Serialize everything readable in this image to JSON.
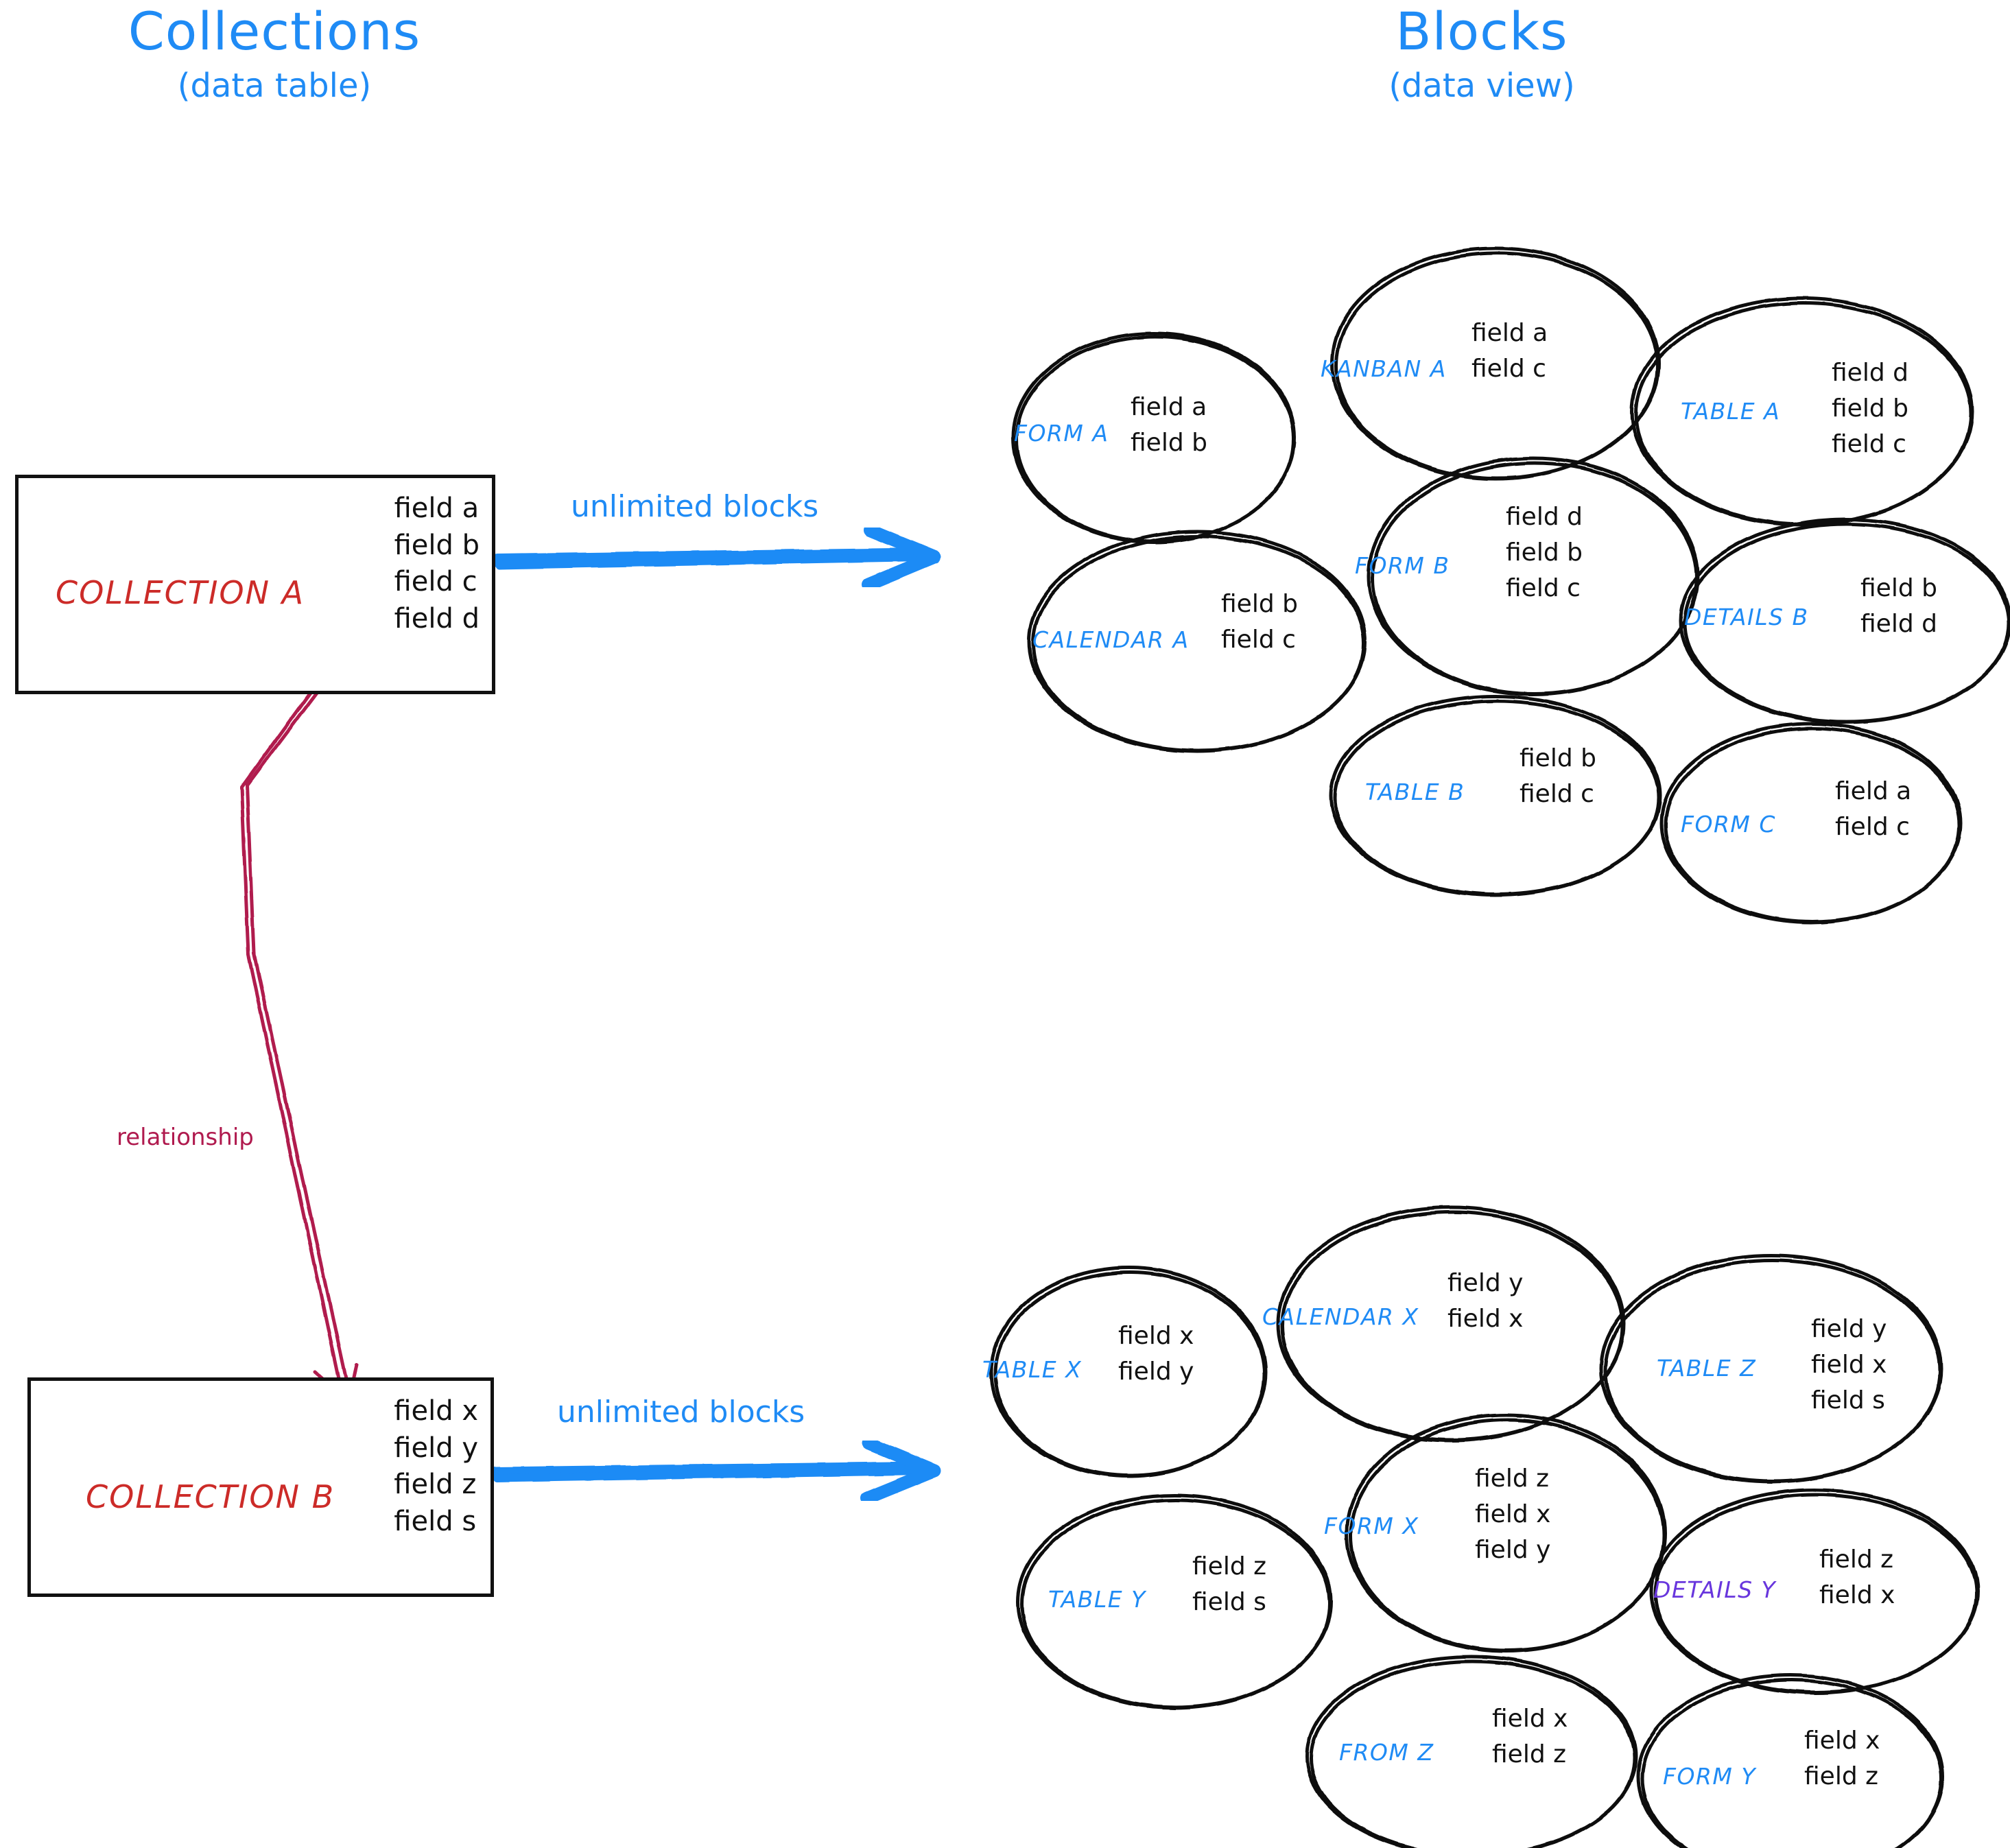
{
  "colors": {
    "accent_blue": "#1f8bf5",
    "collection_red": "#cc2b28",
    "relationship_crimson": "#b01a4e",
    "details_purple": "#6836dd",
    "outline_black": "#111111",
    "background": "#ffffff"
  },
  "headings": {
    "left": {
      "title": "Collections",
      "subtitle": "(data table)"
    },
    "right": {
      "title": "Blocks",
      "subtitle": "(data view)"
    }
  },
  "connectors": {
    "arrow_top_label": "unlimited blocks",
    "arrow_bottom_label": "unlimited blocks",
    "relationship_label": "relationship"
  },
  "collections": [
    {
      "id": "collection-a",
      "name": "COLLECTION A",
      "fields": [
        "field a",
        "field b",
        "field c",
        "field d"
      ]
    },
    {
      "id": "collection-b",
      "name": "COLLECTION B",
      "fields": [
        "field x",
        "field y",
        "field z",
        "field s"
      ]
    }
  ],
  "blocks_top": [
    {
      "id": "form-a",
      "name": "FORM A",
      "fields": [
        "field a",
        "field b"
      ]
    },
    {
      "id": "kanban-a",
      "name": "KANBAN A",
      "fields": [
        "field a",
        "field c"
      ]
    },
    {
      "id": "table-a",
      "name": "TABLE A",
      "fields": [
        "field d",
        "field b",
        "field c"
      ]
    },
    {
      "id": "calendar-a",
      "name": "CALENDAR A",
      "fields": [
        "field b",
        "field c"
      ]
    },
    {
      "id": "form-b",
      "name": "FORM B",
      "fields": [
        "field d",
        "field b",
        "field c"
      ]
    },
    {
      "id": "details-b",
      "name": "DETAILS B",
      "fields": [
        "field b",
        "field d"
      ]
    },
    {
      "id": "table-b",
      "name": "TABLE B",
      "fields": [
        "field b",
        "field c"
      ]
    },
    {
      "id": "form-c",
      "name": "FORM C",
      "fields": [
        "field a",
        "field c"
      ]
    }
  ],
  "blocks_bottom": [
    {
      "id": "table-x",
      "name": "TABLE X",
      "fields": [
        "field x",
        "field y"
      ]
    },
    {
      "id": "calendar-x",
      "name": "CALENDAR X",
      "fields": [
        "field y",
        "field x"
      ]
    },
    {
      "id": "table-z",
      "name": "TABLE Z",
      "fields": [
        "field y",
        "field x",
        "field s"
      ]
    },
    {
      "id": "table-y",
      "name": "TABLE Y",
      "fields": [
        "field z",
        "field s"
      ]
    },
    {
      "id": "form-x",
      "name": "FORM X",
      "fields": [
        "field z",
        "field x",
        "field y"
      ]
    },
    {
      "id": "details-y",
      "name": "DETAILS Y",
      "fields": [
        "field z",
        "field x"
      ]
    },
    {
      "id": "from-z",
      "name": "FROM Z",
      "fields": [
        "field x",
        "field z"
      ]
    },
    {
      "id": "form-y",
      "name": "FORM Y",
      "fields": [
        "field x",
        "field z"
      ]
    }
  ]
}
